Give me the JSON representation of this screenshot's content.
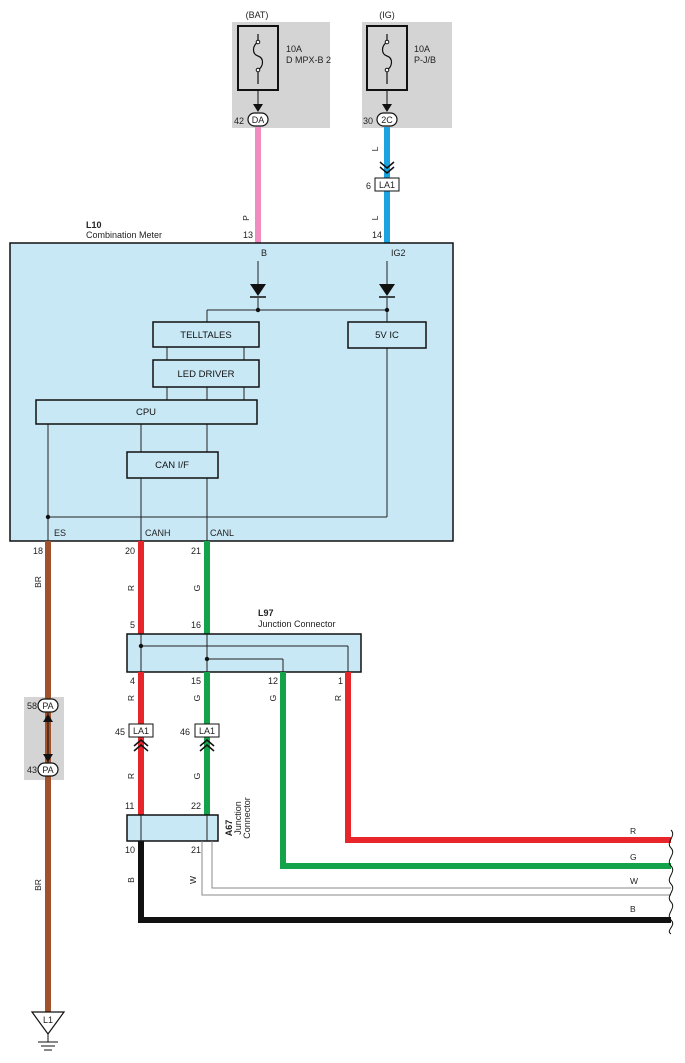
{
  "power": {
    "bat": {
      "source": "(BAT)",
      "amp": "10A",
      "fuse": "D MPX-B 2",
      "pin": "42",
      "conn": "DA"
    },
    "ig": {
      "source": "(IG)",
      "amp": "10A",
      "fuse": "P-J/B",
      "pin": "30",
      "conn": "2C"
    }
  },
  "la1_top": {
    "pin": "6",
    "conn": "LA1"
  },
  "meter": {
    "id": "L10",
    "name": "Combination Meter",
    "pin_b": "13",
    "term_b": "B",
    "pin_ig": "14",
    "term_ig": "IG2",
    "blocks": {
      "telltales": "TELLTALES",
      "led": "LED DRIVER",
      "cpu": "CPU",
      "can": "CAN I/F",
      "ic": "5V IC"
    },
    "bottom": {
      "es_pin": "18",
      "es": "ES",
      "canh_pin": "20",
      "canh": "CANH",
      "canl_pin": "21",
      "canl": "CANL"
    }
  },
  "l97": {
    "id": "L97",
    "name": "Junction Connector",
    "pin_in_h": "5",
    "pin_in_l": "16",
    "pin_out_h": "4",
    "pin_out_l": "15",
    "pin_12": "12",
    "pin_1": "1"
  },
  "pa": {
    "pin_top": "58",
    "pin_bot": "43",
    "conn": "PA"
  },
  "la1_mid": {
    "pin_h": "45",
    "pin_l": "46",
    "conn": "LA1"
  },
  "a67": {
    "id": "A67",
    "name1": "Junction",
    "name2": "Connector",
    "pin_in_h": "11",
    "pin_in_l": "22",
    "pin_out_b": "10",
    "pin_out_w": "21"
  },
  "ground": "L1",
  "wire_colors": {
    "P": "P",
    "L": "L",
    "R": "R",
    "G": "G",
    "BR": "BR",
    "B": "B",
    "W": "W"
  },
  "colors": {
    "pink": "#f08cc0",
    "blue": "#1aa3e0",
    "red": "#e8252b",
    "green": "#14a24a",
    "brown": "#a0522d",
    "black": "#111111",
    "white_wire": "#999999",
    "box_fill": "#c9e8f6",
    "fuse_bg": "#d4d4d4"
  }
}
